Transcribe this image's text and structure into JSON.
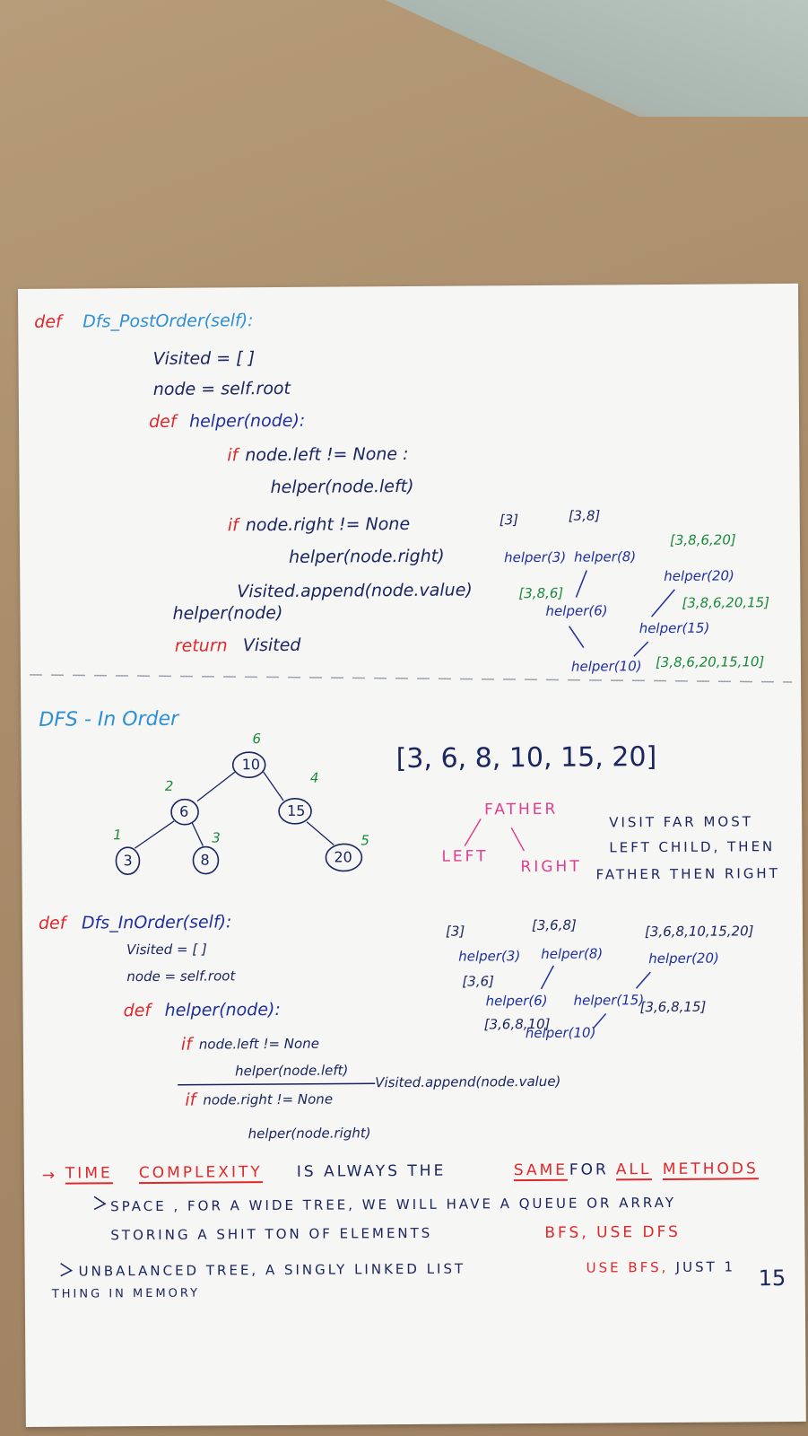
{
  "postorder": {
    "def_kw": "def",
    "signature": "Dfs_PostOrder(self):",
    "line_visited": "Visited = [ ]",
    "line_node": "node = self.root",
    "helper_def_kw": "def",
    "helper_sig": "helper(node):",
    "if1": "if",
    "cond1": "node.left != None :",
    "call1": "helper(node.left)",
    "if2": "if",
    "cond2": "node.right != None",
    "call2": "helper(node.right)",
    "append": "Visited.append(node.value)",
    "call_root": "helper(node)",
    "return_kw": "return",
    "return_val": "Visited"
  },
  "post_trace": {
    "l1": "[3]",
    "l2": "[3,8]",
    "l3": "[3,8,6,20]",
    "h3": "helper(3)",
    "h8": "helper(8)",
    "h20": "helper(20)",
    "l4": "[3,8,6]",
    "h6": "helper(6)",
    "l5": "[3,8,6,20,15]",
    "h15": "helper(15)",
    "h10": "helper(10)",
    "l6": "[3,8,6,20,15,10]"
  },
  "inorder_tree": {
    "title": "DFS - In Order",
    "result": "[3, 6, 8, 10, 15, 20]",
    "nodes": [
      "10",
      "6",
      "15",
      "3",
      "8",
      "20"
    ],
    "order": [
      "6",
      "2",
      "4",
      "1",
      "3",
      "5"
    ],
    "father": "FATHER",
    "left": "LEFT",
    "right": "RIGHT",
    "note1": "VISIT FAR MOST",
    "note2": "LEFT CHILD, THEN",
    "note3": "FATHER THEN RIGHT"
  },
  "inorder": {
    "def_kw": "def",
    "signature": "Dfs_InOrder(self):",
    "line_visited": "Visited = [ ]",
    "line_node": "node = self.root",
    "helper_def_kw": "def",
    "helper_sig": "helper(node):",
    "if1": "if",
    "cond1": "node.left != None",
    "call1": "helper(node.left)",
    "append": "Visited.append(node.value)",
    "if2": "if",
    "cond2": "node.right != None",
    "call2": "helper(node.right)"
  },
  "in_trace": {
    "l1": "[3]",
    "l2": "[3,6,8]",
    "l3": "[3,6,8,10,15,20]",
    "h3": "helper(3)",
    "h8": "helper(8)",
    "h20": "helper(20)",
    "l4": "[3,6]",
    "h6": "helper(6)",
    "h15": "helper(15)",
    "l5": "[3,6,8,15]",
    "l6": "[3,6,8,10]",
    "h10": "helper(10)"
  },
  "notes": {
    "n1_a": "TIME",
    "n1_b": "COMPLEXITY",
    "n1_c": "IS ALWAYS THE",
    "n1_d": "SAME",
    "n1_e": "FOR",
    "n1_f": "ALL",
    "n1_g": "METHODS",
    "n2": "SPACE , FOR A WIDE TREE, WE WILL HAVE A QUEUE OR ARRAY",
    "n3_a": "STORING A SHIT TON OF ELEMENTS",
    "n3_b": "BFS, USE DFS",
    "n4_a": "UNBALANCED TREE, A SINGLY LINKED LIST",
    "n4_b": "USE BFS,",
    "n4_c": "JUST 1",
    "n5": "THING IN MEMORY",
    "page_num": "15"
  }
}
